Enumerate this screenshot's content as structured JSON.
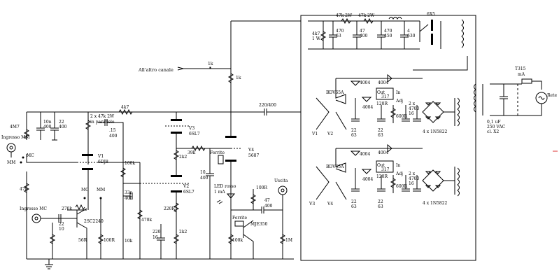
{
  "labels": {
    "altro": "All'altro canale",
    "r1k": "1k",
    "r1k_b": "1k",
    "r4k7": "4k7",
    "r2x47k": "2 x 47k 2W",
    "parallelo": "in parallelo",
    "c15": ".15",
    "c15v": "400",
    "r4m7": "4M7",
    "ingMM": "Ingresso MM",
    "mc1": "MC",
    "mm1": "MM",
    "c10n": "10n",
    "c10nv": "400",
    "c22": "22",
    "c22v": "400",
    "v1": "V1",
    "v1t": "6DJ8",
    "r100k": "100k",
    "mc2": "MC",
    "mm2": "MM",
    "r47k": "47k",
    "c33n": "33n",
    "c33nv": "400",
    "v3": "V3",
    "v3t": "6SL7",
    "r2k2": "2k2",
    "v2": "V2",
    "v2t": "6SL7",
    "r39k": "39k",
    "ferrite1": "Ferrite",
    "v4": "V4",
    "v4t": "5687",
    "c10": "10",
    "c10v": "400",
    "c220_400": "220/400",
    "uscita": "Uscita",
    "ingMC": "Ingresso MC",
    "r270k": "270k",
    "q2sc": "2SC2240",
    "r56r": "56R",
    "r100r": "100R",
    "c22b": "22",
    "c22bv": "10",
    "r470k": "470k",
    "r220r": "220R",
    "c220": "220",
    "c220v": "16",
    "r2k2b": "2k2",
    "r10k": "10k",
    "led": "LED rosso",
    "led2": "1 mA",
    "r100r_b": "100R",
    "c47": "47",
    "c47v": "400",
    "ferrite2": "Ferrite",
    "mje": "MJE350",
    "r100k_b": "100k",
    "r1m": "1M",
    "r4k7_1w": "4k7",
    "r4k7_1wb": "1 W",
    "c470": "470",
    "c470v": "63",
    "r47k2w": "47k 2W",
    "c47b": "47",
    "c47bv": "400",
    "r47k2w_b": "47k 2W",
    "c470b": "470",
    "c470bv": "450",
    "c4": "4",
    "c4v": "630",
    "tube6x5": "6X5",
    "bdv1": "BDV65A",
    "d4004a": "4004",
    "d4004b": "4004",
    "d4004c": "4004",
    "out1": "Out",
    "in1": "In",
    "adj1": "Adj",
    "reg317": "317",
    "r120r": "120R",
    "r600r": "600R",
    "c2x4700": "2 x",
    "c2x4700b": "4700",
    "c2x4700c": "16",
    "c22c": "22",
    "c22cv": "63",
    "c22d": "22",
    "c22dv": "63",
    "v1out": "V1",
    "v2out": "V2",
    "br1": "4 x 1N5822",
    "bdv2": "BDV65A",
    "d4004d": "4004",
    "d4004e": "4004",
    "d4004f": "4004",
    "out2": "Out",
    "in2": "In",
    "adj2": "Adj",
    "reg317b": "317",
    "r120rb": "120R",
    "r600rb": "600R",
    "c2x4700d": "2 x",
    "c2x4700e": "4700",
    "c2x4700f": "16",
    "c22e": "22",
    "c22ev": "63",
    "c22f": "22",
    "c22fv": "63",
    "v3out": "V3",
    "v4out": "V4",
    "br2": "4 x 1N5822",
    "fuse": "T315",
    "fusema": "mA",
    "cap01": "0,1 uF",
    "cap01b": "250 VAC",
    "cap01c": "cl. X2",
    "rete": "Rete"
  }
}
